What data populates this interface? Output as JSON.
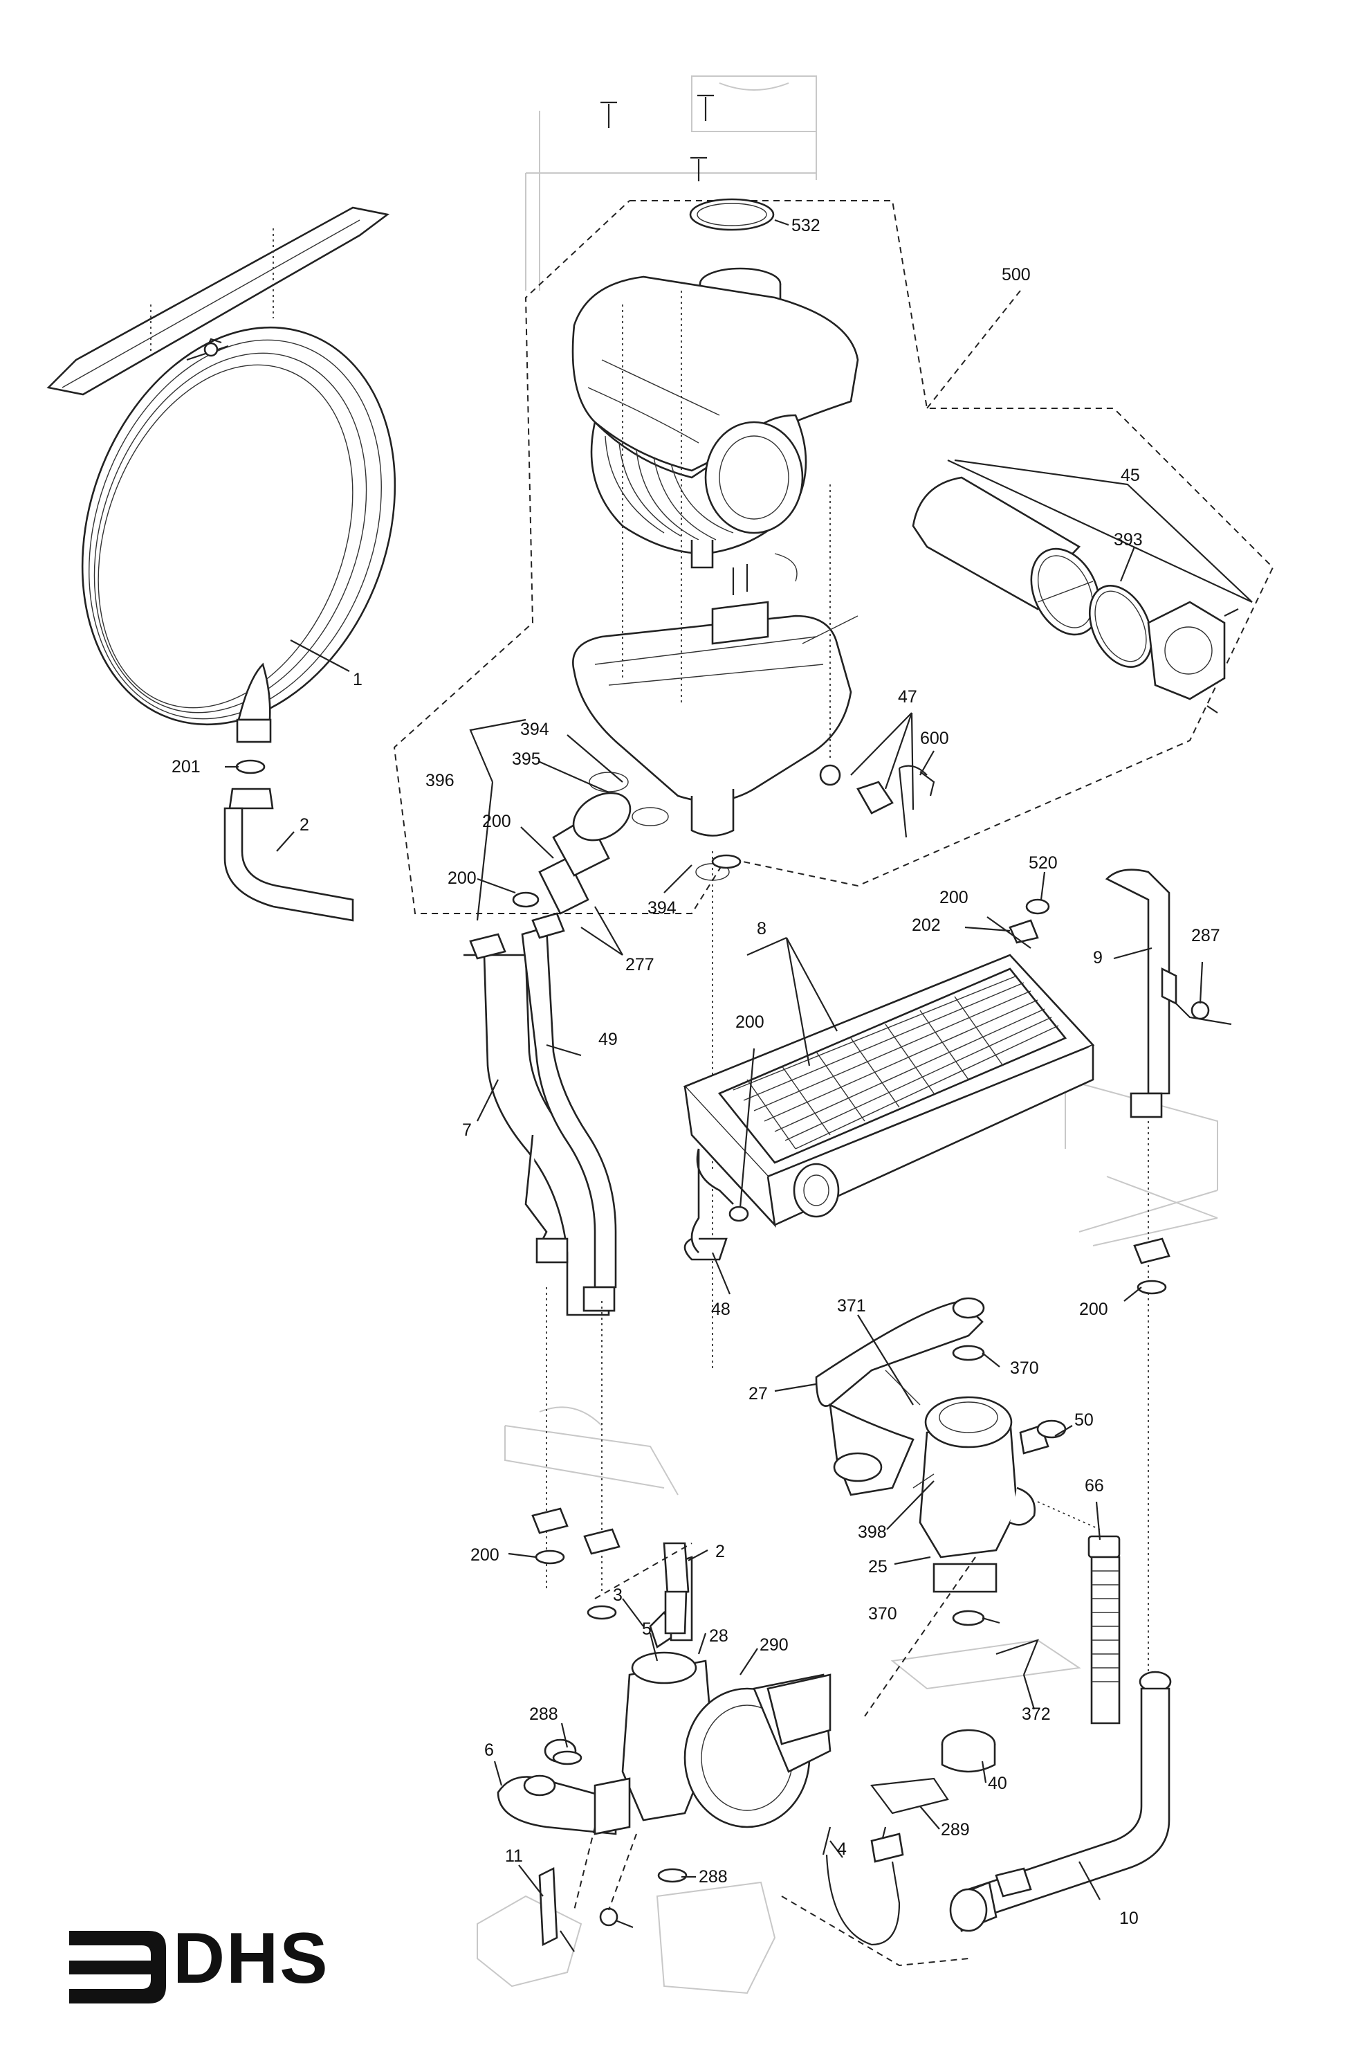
{
  "logo": {
    "text": "DHS",
    "icon": "arrow-bracket-icon",
    "color": "#111111"
  },
  "callouts": [
    {
      "id": "c532",
      "label": "532"
    },
    {
      "id": "c500",
      "label": "500"
    },
    {
      "id": "c45",
      "label": "45"
    },
    {
      "id": "c393",
      "label": "393"
    },
    {
      "id": "c1",
      "label": "1"
    },
    {
      "id": "c201",
      "label": "201"
    },
    {
      "id": "c2a",
      "label": "2"
    },
    {
      "id": "c47",
      "label": "47"
    },
    {
      "id": "c600",
      "label": "600"
    },
    {
      "id": "c394a",
      "label": "394"
    },
    {
      "id": "c395",
      "label": "395"
    },
    {
      "id": "c396",
      "label": "396"
    },
    {
      "id": "c200a",
      "label": "200"
    },
    {
      "id": "c200b",
      "label": "200"
    },
    {
      "id": "c394b",
      "label": "394"
    },
    {
      "id": "c277",
      "label": "277"
    },
    {
      "id": "c520",
      "label": "520"
    },
    {
      "id": "c200c",
      "label": "200"
    },
    {
      "id": "c202",
      "label": "202"
    },
    {
      "id": "c8",
      "label": "8"
    },
    {
      "id": "c287",
      "label": "287"
    },
    {
      "id": "c9",
      "label": "9"
    },
    {
      "id": "c49",
      "label": "49"
    },
    {
      "id": "c200d",
      "label": "200"
    },
    {
      "id": "c7",
      "label": "7"
    },
    {
      "id": "c48",
      "label": "48"
    },
    {
      "id": "c200e",
      "label": "200"
    },
    {
      "id": "c371",
      "label": "371"
    },
    {
      "id": "c370a",
      "label": "370"
    },
    {
      "id": "c27",
      "label": "27"
    },
    {
      "id": "c50",
      "label": "50"
    },
    {
      "id": "c66",
      "label": "66"
    },
    {
      "id": "c398",
      "label": "398"
    },
    {
      "id": "c25",
      "label": "25"
    },
    {
      "id": "c200f",
      "label": "200"
    },
    {
      "id": "c2b",
      "label": "2"
    },
    {
      "id": "c3",
      "label": "3"
    },
    {
      "id": "c5",
      "label": "5"
    },
    {
      "id": "c28",
      "label": "28"
    },
    {
      "id": "c290",
      "label": "290"
    },
    {
      "id": "c370b",
      "label": "370"
    },
    {
      "id": "c372",
      "label": "372"
    },
    {
      "id": "c288a",
      "label": "288"
    },
    {
      "id": "c6",
      "label": "6"
    },
    {
      "id": "c40",
      "label": "40"
    },
    {
      "id": "c289",
      "label": "289"
    },
    {
      "id": "c4",
      "label": "4"
    },
    {
      "id": "c288b",
      "label": "288"
    },
    {
      "id": "c11",
      "label": "11"
    },
    {
      "id": "c10",
      "label": "10"
    }
  ]
}
